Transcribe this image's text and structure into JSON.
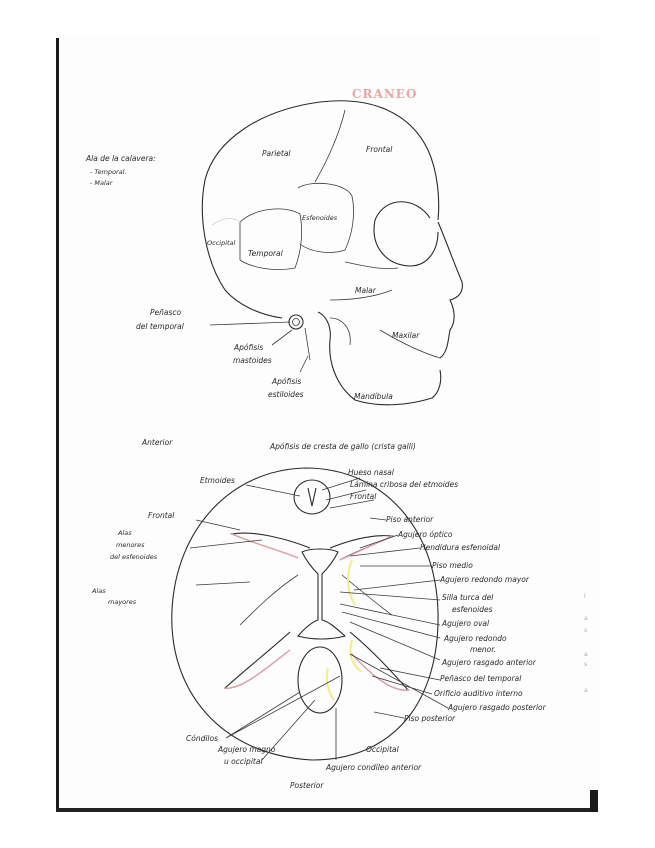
{
  "faint_title": "CRANEO",
  "skull_labels": {
    "ala_title": "Ala de la calavera:",
    "ala_item1": "- Temporal.",
    "ala_item2": "- Malar",
    "parietal": "Parietal",
    "frontal": "Frontal",
    "esfenoides": "Esfenoides",
    "occipital": "Occipital",
    "temporal": "Temporal",
    "malar": "Malar",
    "maxilar": "Maxilar",
    "penasco_line1": "Peñasco",
    "penasco_line2": "del temporal",
    "apofisis_mast_line1": "Apófisis",
    "apofisis_mast_line2": "mastoides",
    "apofisis_est_line1": "Apófisis",
    "apofisis_est_line2": "estiloides",
    "mandibula": "Mandíbula"
  },
  "base_labels": {
    "anterior": "Anterior",
    "apofisis_crista": "Apófisis de cresta de gallo (crista galli)",
    "etmoides": "Etmoides",
    "hueso_nasal": "Hueso nasal",
    "lamina_cribosa": "Lámina cribosa del etmoides",
    "frontal_right": "Frontal",
    "frontal_left": "Frontal",
    "piso_anterior": "Piso anterior",
    "agujero_optico": "Agujero óptico",
    "hendidura": "Hendidura esfenoidal",
    "alas_menores_1": "Alas",
    "alas_menores_2": "menores",
    "alas_menores_3": "del esfenoides",
    "piso_medio": "Piso medio",
    "agujero_redondo_mayor": "Agujero redondo mayor",
    "alas_mayores_1": "Alas",
    "alas_mayores_2": "mayores",
    "silla_turca_1": "Silla turca del",
    "silla_turca_2": "esfenoides",
    "agujero_oval": "Agujero oval",
    "agujero_redondo_menor_1": "Agujero redondo",
    "agujero_redondo_menor_2": "menor.",
    "agujero_rasgado_anterior": "Agujero rasgado anterior",
    "penasco_temporal": "Peñasco del temporal",
    "orificio_auditivo": "Orificio auditivo interno",
    "agujero_rasgado_posterior": "Agujero rasgado posterior",
    "piso_posterior": "Piso posterior",
    "condilos": "Cóndilos",
    "agujero_magno_1": "Agujero magno",
    "agujero_magno_2": "u occipital",
    "occipital": "Occipital",
    "agujero_condileo": "Agujero condíleo anterior",
    "posterior": "Posterior"
  }
}
